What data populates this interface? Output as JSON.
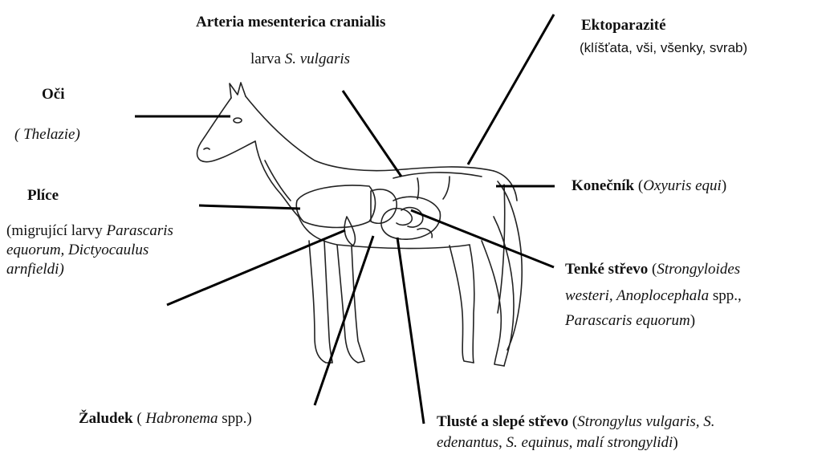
{
  "labels": {
    "arteria": {
      "title": "Arteria mesenterica cranialis",
      "pre": "larva",
      "species": "S. vulgaris"
    },
    "ekto": {
      "title": "Ektoparazité",
      "detail": "(klíšťata, vši, všenky, svrab)"
    },
    "oci": {
      "title": "Oči",
      "detail": "( Thelazie)"
    },
    "plice": {
      "title": "Plíce",
      "line1_pre": "(migrující larvy ",
      "line1_species": "Parascaris",
      "line2": "equorum, Dictyocaulus",
      "line3": "arnfieldi)"
    },
    "konecnik": {
      "title": "Konečník",
      "open": " (",
      "species": "Oxyuris equi",
      "close": ")"
    },
    "tenke": {
      "title": "Tenké střevo",
      "line1_open": " (",
      "line1_species": "Strongyloides",
      "line2_species": "westeri, Anoplocephala",
      "line2_tail": " spp.,",
      "line3_species": "Parascaris equorum",
      "line3_tail": ")"
    },
    "zaludek": {
      "title": "Žaludek",
      "open": " ( ",
      "species": "Habronema",
      "tail": " spp.)"
    },
    "tluste": {
      "title": "Tlusté a slepé střevo",
      "line1_open": " (",
      "line1_species": "Strongylus vulgaris, S.",
      "line2_a": "edenantus",
      "line2_sep": ", ",
      "line2_b": "S. equinus, malí strongylidi",
      "line2_close": ")"
    }
  }
}
